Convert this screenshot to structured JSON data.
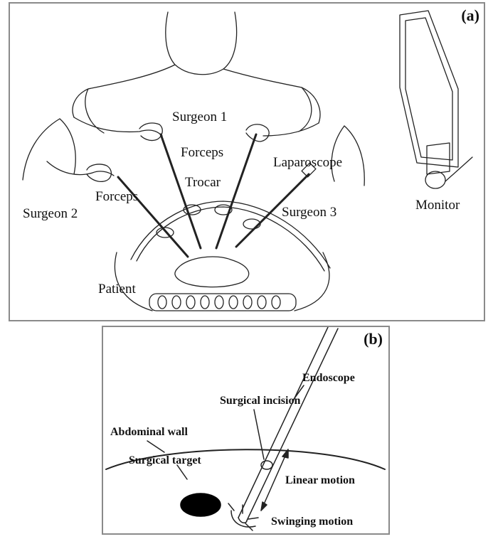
{
  "panel_a": {
    "tag": "(a)",
    "labels": {
      "surgeon1": "Surgeon 1",
      "forceps_center": "Forceps",
      "laparoscope": "Laparoscope",
      "trocar": "Trocar",
      "forceps_left": "Forceps",
      "surgeon2": "Surgeon 2",
      "surgeon3": "Surgeon 3",
      "monitor": "Monitor",
      "patient": "Patient"
    }
  },
  "panel_b": {
    "tag": "(b)",
    "labels": {
      "endoscope": "Endoscope",
      "surgical_incision": "Surgical incision",
      "abdominal_wall": "Abdominal wall",
      "surgical_target": "Surgical target",
      "linear_motion": "Linear motion",
      "swinging_motion": "Swinging motion"
    }
  },
  "colors": {
    "line": "#222222",
    "frame": "#8a8a8a",
    "target": "#000000"
  }
}
